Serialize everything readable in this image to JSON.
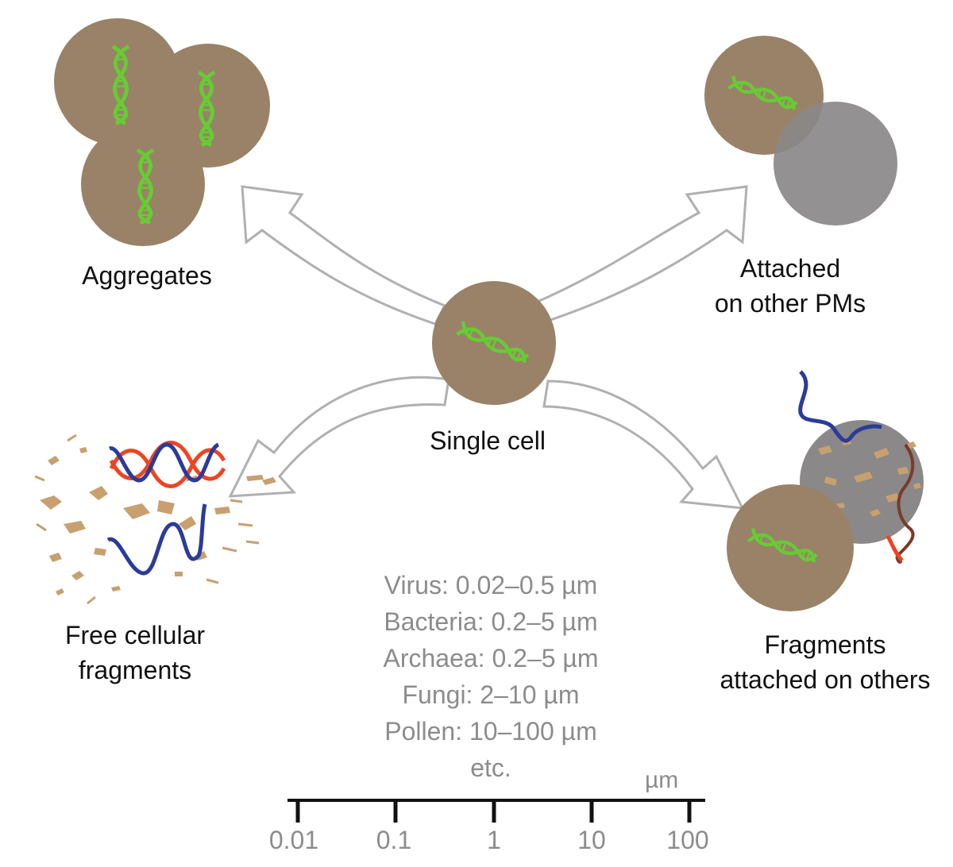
{
  "labels": {
    "aggregates": "Aggregates",
    "attached": [
      "Attached",
      "on other PMs"
    ],
    "single_cell": "Single cell",
    "free_fragments": [
      "Free cellular",
      "fragments"
    ],
    "fragments_attached": [
      "Fragments",
      "attached on others"
    ]
  },
  "size_ranges": [
    "Virus: 0.02–0.5 µm",
    "Bacteria: 0.2–5 µm",
    "Archaea: 0.2–5 µm",
    "Fungi: 2–10 µm",
    "Pollen: 10–100 µm",
    "etc."
  ],
  "scale": {
    "unit": "µm",
    "ticks": [
      "0.01",
      "0.1",
      "1",
      "10",
      "100"
    ]
  },
  "colors": {
    "cell": "#9a8268",
    "particle": "#8a8888",
    "dna": "#66cc33",
    "strand_blue": "#2a3b9a",
    "strand_red": "#ee4422",
    "fragment": "#c8a070",
    "arrow": "#b0b0b0",
    "size_text": "#8c8c8c"
  }
}
